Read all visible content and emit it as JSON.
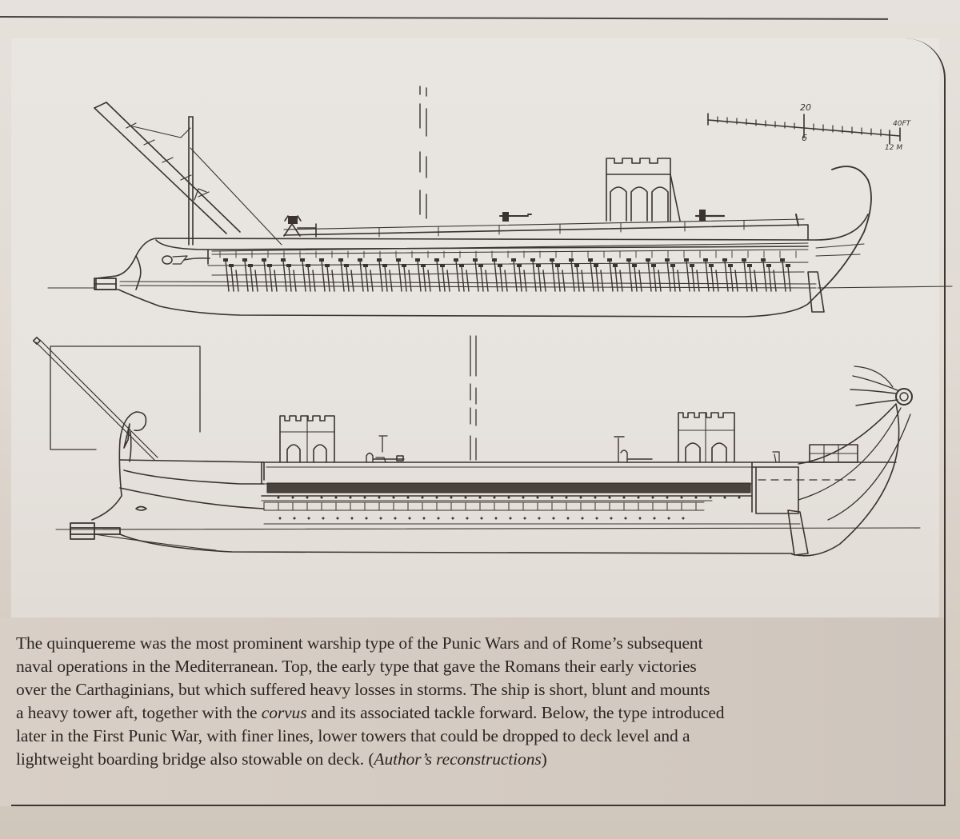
{
  "figure": {
    "description": "Two side-elevation line drawings of Roman quinqueremes",
    "top_ship": {
      "label": "early type quinquereme with corvus and heavy aft tower"
    },
    "bottom_ship": {
      "label": "later type quinquereme with finer lines and lower towers"
    },
    "scale_bar": {
      "upper_mid_label": "20",
      "lower_mid_label": "6",
      "upper_end_label": "40FT",
      "lower_end_label": "12 M"
    }
  },
  "caption": {
    "lines": [
      "The quinquereme was the most prominent warship type of the Punic Wars and of Rome’s subsequent",
      "naval operations in the Mediterranean. Top, the early type that gave the Romans their early victories",
      "over the Carthaginians, but which suffered heavy losses in storms. The ship is short, blunt and mounts"
    ],
    "line4_before": "a heavy tower aft, together with the ",
    "line4_italic": "corvus",
    "line4_after": " and its associated tackle forward. Below, the type introduced",
    "line5": "later in the First Punic War, with finer lines, lower towers that could be dropped to deck level and a",
    "line6_before": "lightweight boarding bridge also stowable on deck. (",
    "line6_italic": "Author’s reconstructions",
    "line6_after": ")"
  },
  "colors": {
    "ink": "#2b2522",
    "paper": "#e7e3df",
    "caption_bg": "#d3cac1"
  }
}
